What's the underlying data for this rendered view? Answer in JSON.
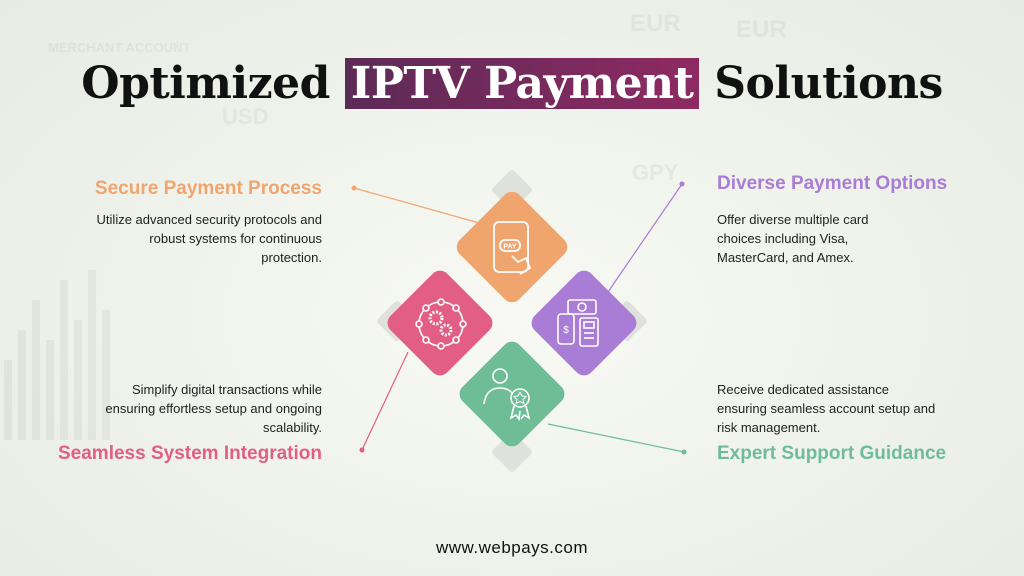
{
  "title": {
    "part1": "Optimized",
    "highlight": "IPTV Payment",
    "part2": "Solutions"
  },
  "items": [
    {
      "heading": "Secure Payment Process",
      "text": "Utilize advanced security protocols and robust systems for continuous protection.",
      "color": "#f0a56e",
      "icon": "pay-phone-icon"
    },
    {
      "heading": "Diverse Payment Options",
      "text": "Offer diverse multiple card choices including Visa, MasterCard, and Amex.",
      "color": "#a97cd6",
      "icon": "payment-devices-icon"
    },
    {
      "heading": "Seamless System Integration",
      "text": "Simplify digital transactions while ensuring effortless setup and ongoing scalability.",
      "color": "#e25e84",
      "icon": "gears-network-icon"
    },
    {
      "heading": "Expert Support Guidance",
      "text": "Receive dedicated assistance ensuring seamless account setup and risk management.",
      "color": "#6fbd97",
      "icon": "expert-badge-icon"
    }
  ],
  "footer": "www.webpays.com",
  "colors": {
    "title_highlight": "#6e2a5c",
    "background": "#f2f4ee"
  }
}
